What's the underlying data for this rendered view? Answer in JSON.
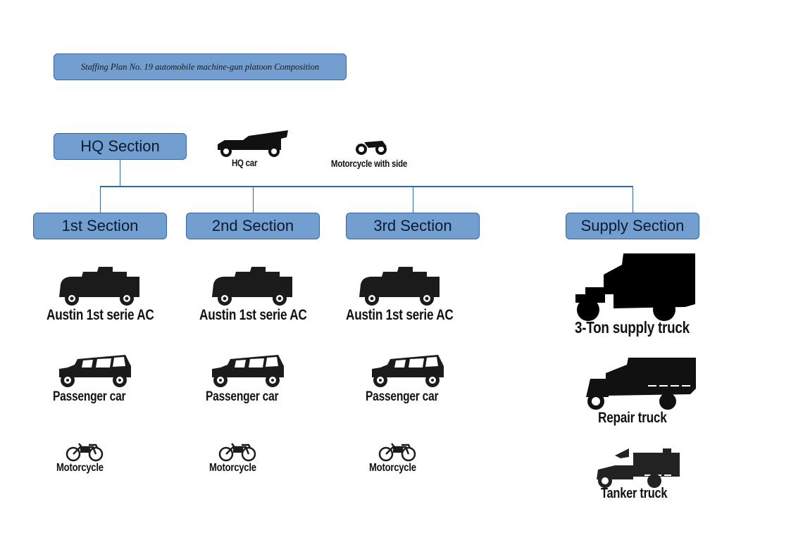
{
  "title": "Staffing Plan No. 19 automobile machine-gun platoon  Composition",
  "hq": {
    "label": "HQ Section",
    "vehicles": [
      {
        "icon": "hq-car-icon",
        "label": "HQ car"
      },
      {
        "icon": "motorcycle-sidecar-icon",
        "label": "Motorcycle with side"
      }
    ]
  },
  "sections": [
    {
      "label": "1st Section",
      "vehicles": [
        {
          "icon": "armored-car-icon",
          "label": "Austin 1st serie AC"
        },
        {
          "icon": "passenger-car-icon",
          "label": "Passenger car"
        },
        {
          "icon": "motorcycle-icon",
          "label": "Motorcycle"
        }
      ]
    },
    {
      "label": "2nd Section",
      "vehicles": [
        {
          "icon": "armored-car-icon",
          "label": "Austin 1st serie AC"
        },
        {
          "icon": "passenger-car-icon",
          "label": "Passenger car"
        },
        {
          "icon": "motorcycle-icon",
          "label": "Motorcycle"
        }
      ]
    },
    {
      "label": "3rd Section",
      "vehicles": [
        {
          "icon": "armored-car-icon",
          "label": "Austin 1st serie AC"
        },
        {
          "icon": "passenger-car-icon",
          "label": "Passenger car"
        },
        {
          "icon": "motorcycle-icon",
          "label": "Motorcycle"
        }
      ]
    },
    {
      "label": "Supply Section",
      "vehicles": [
        {
          "icon": "supply-truck-icon",
          "label": "3-Ton supply truck"
        },
        {
          "icon": "repair-truck-icon",
          "label": "Repair truck"
        },
        {
          "icon": "tanker-truck-icon",
          "label": "Tanker truck"
        }
      ]
    }
  ],
  "colors": {
    "box_fill": "#729fcf",
    "box_border": "#3465a4",
    "connector": "#3465a4"
  }
}
